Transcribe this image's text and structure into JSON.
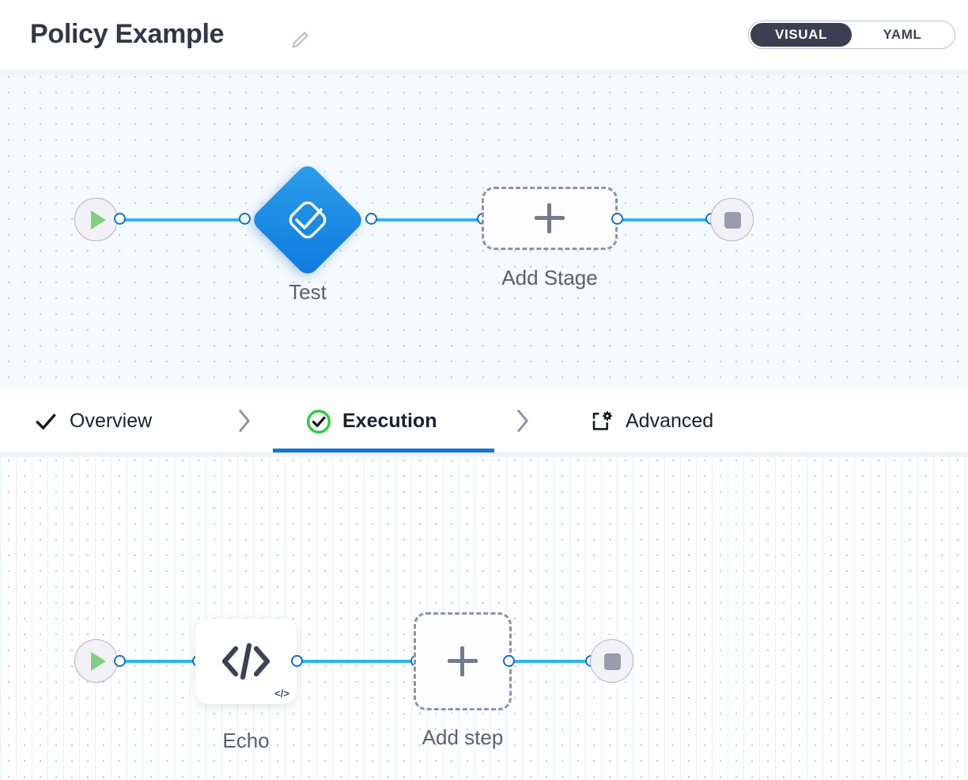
{
  "header": {
    "title": "Policy Example",
    "edit_icon": "pencil-icon",
    "mode_toggle": {
      "options": [
        "VISUAL",
        "YAML"
      ],
      "selected": "VISUAL",
      "active_bg": "#3b3f51",
      "active_fg": "#ffffff"
    }
  },
  "stage_canvas": {
    "name": "stage-graph",
    "start_node": {
      "icon": "play-icon",
      "color": "#7ed07e"
    },
    "stage_node": {
      "label": "Test",
      "icon": "check-diamond-icon",
      "color": "#1d8ee4"
    },
    "add_stage_node": {
      "label": "Add Stage",
      "icon": "plus-icon"
    },
    "end_node": {
      "icon": "stop-icon",
      "color": "#9a9bae"
    },
    "edge_color": "#30b4ef"
  },
  "tabs": {
    "items": [
      {
        "label": "Overview",
        "icon": "check-icon",
        "active": false,
        "status": "complete"
      },
      {
        "label": "Execution",
        "icon": "check-circle-icon",
        "active": true,
        "status": "complete",
        "icon_color": "#2ecc40"
      },
      {
        "label": "Advanced",
        "icon": "dashed-box-gear-icon",
        "active": false,
        "status": "none"
      }
    ],
    "separator_icon": "chevron-right-icon",
    "active_underline_color": "#1578ce"
  },
  "step_canvas": {
    "name": "execution-graph",
    "start_node": {
      "icon": "play-icon",
      "color": "#7ed07e"
    },
    "step_node": {
      "label": "Echo",
      "icon": "code-icon",
      "badge": "</>"
    },
    "add_step_node": {
      "label": "Add step",
      "icon": "plus-icon"
    },
    "end_node": {
      "icon": "stop-icon",
      "color": "#9a9bae"
    },
    "edge_color": "#30b4ef"
  }
}
